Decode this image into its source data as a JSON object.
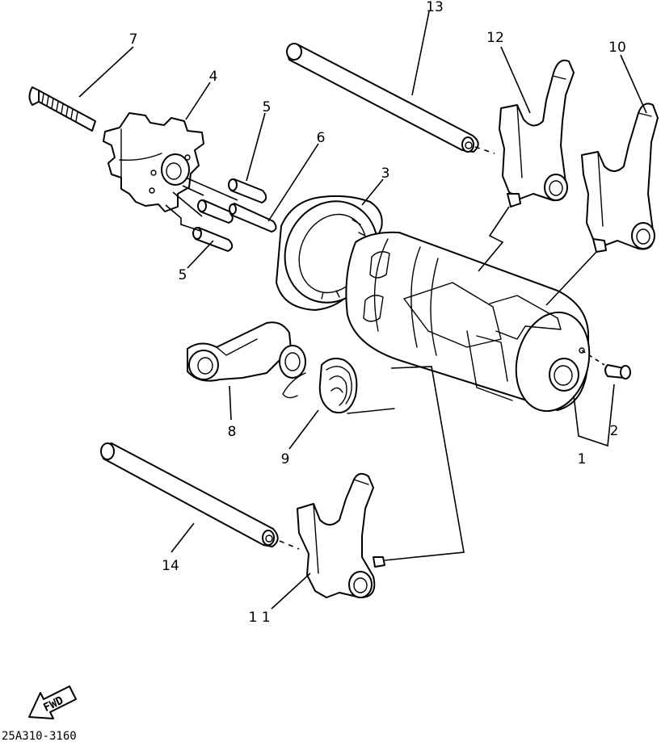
{
  "diagram": {
    "callouts": {
      "p1": "1",
      "p2": "2",
      "p3": "3",
      "p4": "4",
      "p5a": "5",
      "p5b": "5",
      "p6": "6",
      "p7": "7",
      "p8": "8",
      "p9": "9",
      "p10": "10",
      "p11": "1 1",
      "p12": "12",
      "p13": "13",
      "p14": "14"
    },
    "direction_label": "FWD",
    "drawing_code": "25A310-3160"
  },
  "colors": {
    "line": "#000000",
    "background": "#ffffff"
  }
}
